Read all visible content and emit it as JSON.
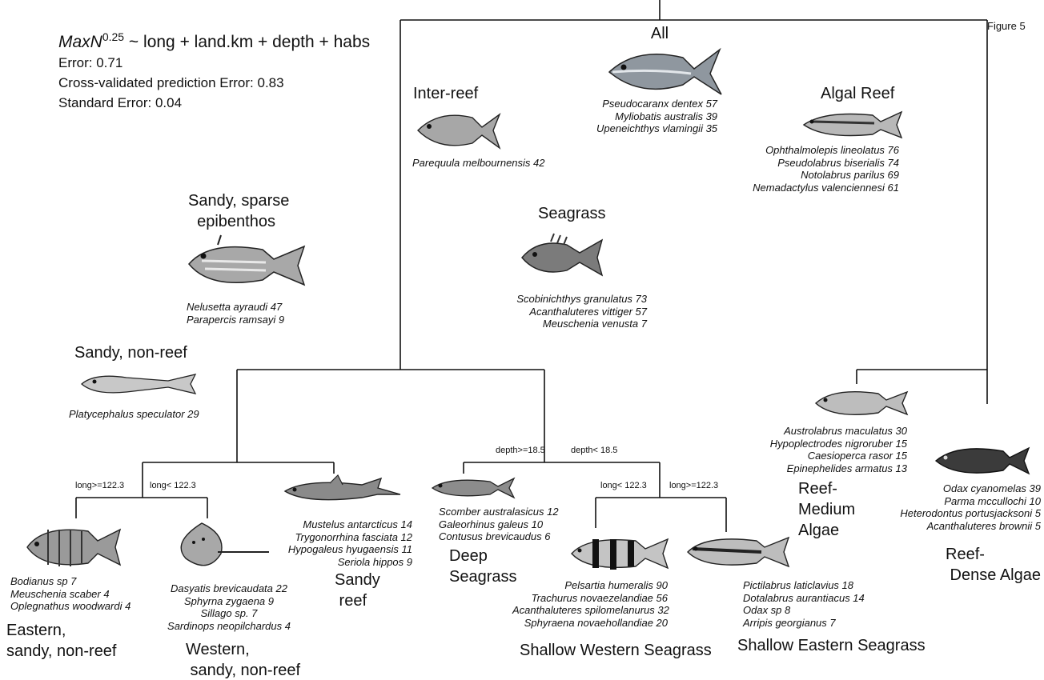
{
  "figure_label": "Figure 5",
  "model": {
    "response": "MaxN",
    "power": "0.25",
    "predictors": " ~ long + land.km + depth + habs",
    "error": "Error: 0.71",
    "cv_error": "Cross-validated prediction Error: 0.83",
    "std_error": "Standard Error: 0.04"
  },
  "splits": {
    "depth_ge": "depth>=18.5",
    "depth_lt": "depth< 18.5",
    "west_long_ge": "long>=122.3",
    "west_long_lt": "long< 122.3",
    "seagrass_long_lt": "long< 122.3",
    "seagrass_long_ge": "long>=122.3"
  },
  "nodes": {
    "all": {
      "title": "All",
      "fish_icon": "jack-fish-icon",
      "species": [
        "Pseudocaranx dentex 57",
        "Myliobatis australis 39",
        "Upeneichthys vlamingii 35"
      ]
    },
    "inter_reef": {
      "title": "Inter-reef",
      "fish_icon": "bream-fish-icon",
      "species": [
        "Parequula melbournensis 42"
      ]
    },
    "algal_reef": {
      "title": "Algal Reef",
      "fish_icon": "wrasse-fish-icon",
      "species": [
        "Ophthalmolepis lineolatus 76",
        "Pseudolabrus biserialis 74",
        "Notolabrus parilus 69",
        "Nemadactylus valenciennesi 61"
      ]
    },
    "seagrass": {
      "title": "Seagrass",
      "fish_icon": "pipefish-leatherjacket-icon",
      "species": [
        "Scobinichthys granulatus 73",
        "Acanthaluteres vittiger 57",
        "Meuschenia venusta 7"
      ]
    },
    "sandy_sparse": {
      "title": "Sandy, sparse\n  epibenthos",
      "fish_icon": "leatherjacket-fish-icon",
      "species": [
        "Nelusetta ayraudi 47",
        "Parapercis ramsayi 9"
      ]
    },
    "sandy_nonreef": {
      "title": "Sandy, non-reef",
      "fish_icon": "flathead-fish-icon",
      "species": [
        "Platycephalus speculator 29"
      ]
    },
    "reef_medium": {
      "title": "Reef-\nMedium\nAlgae",
      "fish_icon": "blue-wrasse-fish-icon",
      "species": [
        "Austrolabrus maculatus 30",
        "Hypoplectrodes nigroruber 15",
        "Caesioperca rasor 15",
        "Epinephelides armatus 13"
      ]
    },
    "reef_dense": {
      "title": "Reef-\n Dense Algae",
      "fish_icon": "dark-reef-fish-icon",
      "species": [
        "Odax cyanomelas 39",
        "Parma mccullochi 10",
        "Heterodontus portusjacksoni 5",
        "Acanthaluteres brownii 5"
      ]
    },
    "eastern_sandy": {
      "title": "Eastern,\nsandy, non-reef",
      "fish_icon": "striped-grouper-fish-icon",
      "species": [
        "Bodianus sp 7",
        "Meuschenia scaber 4",
        "Oplegnathus woodwardi 4"
      ]
    },
    "western_sandy": {
      "title": "Western,\n sandy, non-reef",
      "fish_icon": "stingray-icon",
      "species": [
        "Dasyatis brevicaudata 22",
        "Sphyrna zygaena 9",
        "Sillago sp. 7",
        "Sardinops neopilchardus 4"
      ]
    },
    "sandy_reef": {
      "title": "Sandy\n reef",
      "fish_icon": "shark-icon",
      "species": [
        "Mustelus antarcticus 14",
        "Trygonorrhina fasciata 12",
        "Hypogaleus hyugaensis 11",
        "Seriola hippos 9"
      ]
    },
    "deep_seagrass": {
      "title": "Deep\nSeagrass",
      "fish_icon": "mackerel-fish-icon",
      "species": [
        "Scomber australasicus 12",
        "Galeorhinus galeus 10",
        "Contusus brevicaudus 6"
      ]
    },
    "shallow_western": {
      "title": "Shallow Western Seagrass",
      "fish_icon": "banded-fish-icon",
      "species": [
        "Pelsartia humeralis 90",
        "Trachurus novaezelandiae 56",
        "Acanthaluteres spilomelanurus 32",
        "Sphyraena novaehollandiae 20"
      ]
    },
    "shallow_eastern": {
      "title": "Shallow Eastern Seagrass",
      "fish_icon": "stripey-fish-icon",
      "species": [
        "Pictilabrus laticlavius 18",
        "Dotalabrus aurantiacus 14",
        "Odax sp 8",
        "Arripis georgianus 7"
      ]
    }
  }
}
